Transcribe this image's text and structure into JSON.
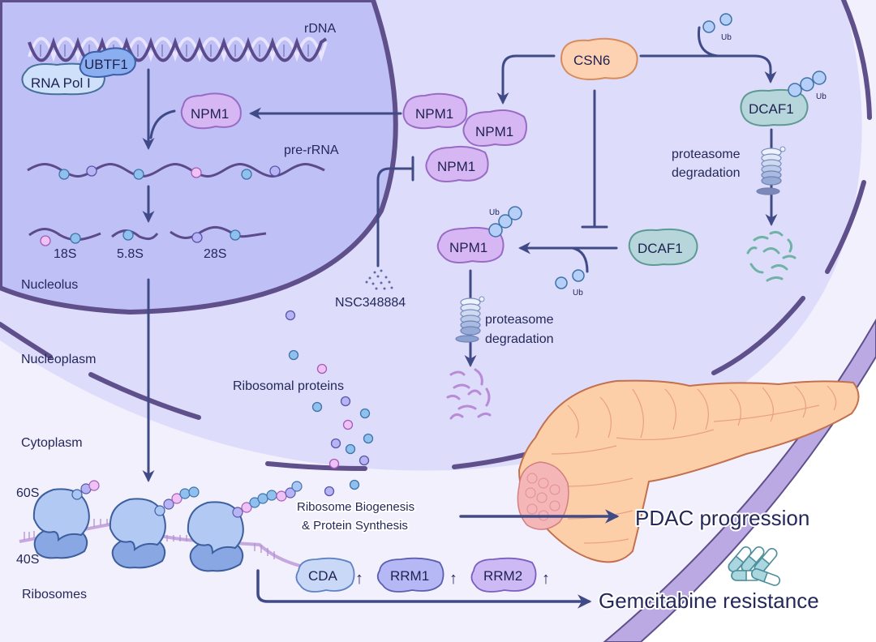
{
  "figure": {
    "title": "CSN6-NPM1 regulation of ribosome biogenesis in PDAC",
    "colors": {
      "cytoplasm_bg": "#f2f0fd",
      "nucleus_fill": "#dddcfb",
      "nucleolus_fill": "#bfc0f6",
      "membrane": "#5f4f8a",
      "cell_membrane_band": "#bba9e3",
      "arrow": "#3f4a86",
      "npm1_fill": "#d7b7f3",
      "csn6_fill": "#fdd2b3",
      "dcaf1_fill": "#b6d6dc",
      "ubtf1_fill": "#8aaef0",
      "rnapol_fill": "#cfe0fb",
      "ub_fill": "#b5cff8",
      "pancreas_fill": "#fdcfa8",
      "tumor_fill": "#f5b6b8",
      "pill_fill": "#a9d6df"
    }
  },
  "compartments": {
    "nucleolus": "Nucleolus",
    "nucleoplasm": "Nucleoplasm",
    "cytoplasm": "Cytoplasm",
    "ribosomes": "Ribosomes"
  },
  "nucleolus": {
    "rdna_label": "rDNA",
    "rna_pol_label": "RNA Pol I",
    "ubtf1_label": "UBTF1",
    "npm1_label": "NPM1",
    "pre_rrna_label": "pre-rRNA",
    "rrna_products": [
      "18S",
      "5.8S",
      "28S"
    ]
  },
  "nucleoplasm": {
    "csn6_label": "CSN6",
    "npm1_cluster": [
      "NPM1",
      "NPM1",
      "NPM1"
    ],
    "inhibitor_label": "NSC348884",
    "npm1_ub_label": "NPM1",
    "dcaf1_label": "DCAF1",
    "dcaf1_ub_label": "DCAF1",
    "ub_label": "Ub",
    "proteasome_label_line1": "proteasome",
    "proteasome_label_line2": "degradation",
    "ribosomal_proteins_label": "Ribosomal proteins"
  },
  "cytoplasm": {
    "subunit_large": "60S",
    "subunit_small": "40S",
    "biogenesis_line1": "Ribosome Biogenesis",
    "biogenesis_line2": "& Protein Synthesis",
    "outcome_progression": "PDAC progression",
    "outcome_resistance": "Gemcitabine resistance",
    "upregulated_genes": [
      {
        "label": "CDA",
        "trend": "↑"
      },
      {
        "label": "RRM1",
        "trend": "↑"
      },
      {
        "label": "RRM2",
        "trend": "↑"
      }
    ]
  }
}
